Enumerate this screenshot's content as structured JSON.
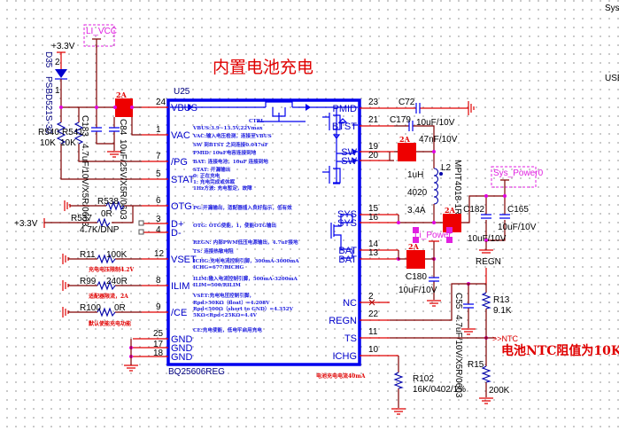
{
  "title": "内置电池充电",
  "offpage": {
    "sys": "Sys",
    "usb": "USB"
  },
  "chip": {
    "ref": "U25",
    "part": "BQ25606REG",
    "ctrl_label": "CTRL",
    "left_pins": [
      {
        "name": "VBUS",
        "num": "24"
      },
      {
        "name": "VAC",
        "num": "1"
      },
      {
        "name": "/PG",
        "num": "7"
      },
      {
        "name": "STAT",
        "num": "5"
      },
      {
        "name": "OTG",
        "num": "6"
      },
      {
        "name": "D+",
        "num": "3"
      },
      {
        "name": "D-",
        "num": "4"
      },
      {
        "name": "VSET",
        "num": "12"
      },
      {
        "name": "ILIM",
        "num": "8"
      },
      {
        "name": "/CE",
        "num": "9"
      },
      {
        "name": "GND",
        "num": "25"
      },
      {
        "name": "GND",
        "num": "17"
      },
      {
        "name": "GND",
        "num": "18"
      }
    ],
    "right_pins": [
      {
        "name": "PMID",
        "num": "23"
      },
      {
        "name": "BTST",
        "num": "21"
      },
      {
        "name": "SW",
        "num": "19"
      },
      {
        "name": "SW",
        "num": "20"
      },
      {
        "name": "SYS",
        "num": "15"
      },
      {
        "name": "SYS",
        "num": "16"
      },
      {
        "name": "BAT",
        "num": "14"
      },
      {
        "name": "BAT",
        "num": "13"
      },
      {
        "name": "NC",
        "num": "2"
      },
      {
        "name": "REGN",
        "num": "22"
      },
      {
        "name": "TS",
        "num": "11"
      },
      {
        "name": "ICHG",
        "num": "10"
      }
    ],
    "notes": [
      "VBUS:3.9~13.5V,22Vmax",
      "VAC:输入电压检测，连接至VBUS",
      "SW 到BTST 之间连接0.047uF",
      "PMID: 10uF电容连接到地",
      "BAT: 连接电池，10uF 连接到地",
      "STAT: 开漏输出",
      "0: 正在充电",
      "1: 充电完成或休眠",
      "1Hz方波: 充电暂定，故障",
      "PG:开漏输出，适配器插入良好指示，低有效",
      "OTG: OTG使能，1，使能OTG输出",
      "REGN: 内部PWM低压电源输出，4.7uF接地",
      "TS: 连接热敏电阻",
      "ICHG:充电电流控制引脚，300mA-3000mA",
      "ICHG=677/RICHG",
      "ILIM:输入电流控制引脚，500mA-3200mA",
      "ILIM=500/RILIM",
      "VSET:充电电压控制引脚，",
      "Rpd>50KΩ（float）=4.208V",
      "Rpd<500Ω（short to GND）=4.352V",
      "5KΩ<Rpd<25KΩ=4.4V",
      "CE:充电使能，低电平启用充电"
    ]
  },
  "nets": {
    "li_vcc": "LI_VCC",
    "v33_a": "+3.3V",
    "v33_b": "+3.3V",
    "sys_power": "Sys_Power0",
    "li_power": "Li_Power",
    "regn": "REGN",
    "ntc": "NTC"
  },
  "components": {
    "d35": {
      "ref": "D35",
      "value": "PSBD521S-30",
      "pin2": "2",
      "pin1": "1"
    },
    "r540": {
      "ref": "R540",
      "value": "10K"
    },
    "r541": {
      "ref": "R541",
      "value": "10K"
    },
    "c183": {
      "ref": "C183",
      "value": "4.7uF/10V/X5R/0603"
    },
    "c84": {
      "ref": "C84",
      "value": "10uF/25V/X5R/0603"
    },
    "r538": {
      "ref": "R538",
      "value": "0R"
    },
    "r537": {
      "ref": "R537",
      "value": "4.7K/DNP"
    },
    "r11": {
      "ref": "R11",
      "value": "100K"
    },
    "r99": {
      "ref": "R99",
      "value": "240R"
    },
    "r100": {
      "ref": "R100",
      "value": "0R"
    },
    "c72": {
      "ref": "C72"
    },
    "c179": {
      "ref": "C179",
      "value": "10uF/10V"
    },
    "c_sw": {
      "value": "47nF/10V"
    },
    "l2": {
      "ref": "L2",
      "value": "1uH",
      "size": "4020",
      "current": "3.4A",
      "part": "MPIT4018-1R0M"
    },
    "c182": {
      "ref": "C182",
      "value": "10uF/10V"
    },
    "c165": {
      "ref": "C165",
      "value": "10uF/10V"
    },
    "c180": {
      "ref": "C180",
      "value": "10uF/10V"
    },
    "c55": {
      "ref": "C55",
      "value": "4.7uF/10V/X5R/0603"
    },
    "r13": {
      "ref": "R13",
      "value": "9.1K"
    },
    "r15": {
      "ref": "R15",
      "value": "200K"
    },
    "r102": {
      "ref": "R102",
      "value": "16K/0402/1%"
    },
    "fuse_label": "2A"
  },
  "annotations": {
    "vset": "充电电压限制4.2V",
    "ilim": "适配器限流，2A",
    "ce": "默认使能充电功能",
    "ichg": "电池充电电流40mA",
    "ntc": "电池NTC阻值为10K"
  },
  "colors": {
    "wire": "#800000",
    "pin": "#e00000",
    "chip": "#0000ee",
    "net_label": "#e020e0",
    "note": "#2020e0",
    "annotation": "#e00000"
  }
}
